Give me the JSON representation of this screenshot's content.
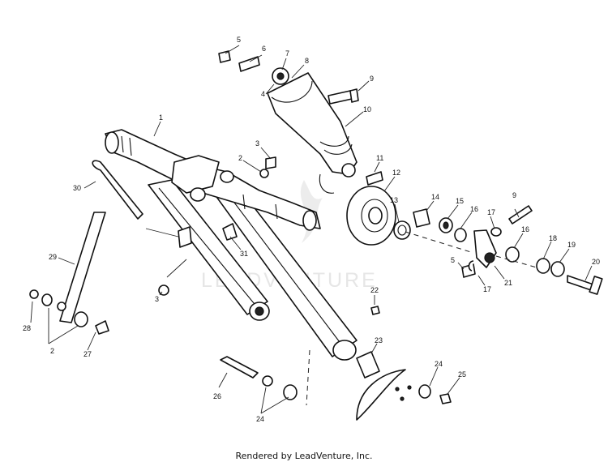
{
  "watermark": "LEADVENTURE",
  "footer": "Rendered by LeadVenture, Inc.",
  "callouts": [
    "1",
    "2",
    "2",
    "3",
    "3",
    "4",
    "5",
    "5",
    "6",
    "7",
    "8",
    "9",
    "9",
    "10",
    "11",
    "12",
    "13",
    "14",
    "15",
    "16",
    "16",
    "17",
    "17",
    "18",
    "19",
    "20",
    "21",
    "22",
    "23",
    "24",
    "24",
    "25",
    "26",
    "27",
    "28",
    "29",
    "30",
    "31"
  ]
}
